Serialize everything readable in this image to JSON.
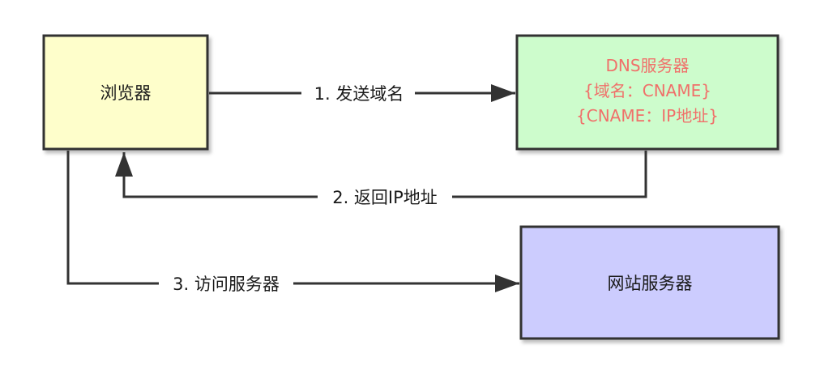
{
  "nodes": {
    "browser": {
      "label": "浏览器",
      "fill": "#fefecb"
    },
    "dns": {
      "title": "DNS服务器",
      "record_1": "{域名：CNAME}",
      "record_2": "{CNAME：IP地址}",
      "fill": "#cdfccc",
      "text_color": "#f0706a"
    },
    "web_server": {
      "label": "网站服务器",
      "fill": "#ccccfe"
    }
  },
  "edges": {
    "step_1": {
      "label": "1. 发送域名"
    },
    "step_2": {
      "label": "2. 返回IP地址"
    },
    "step_3": {
      "label": "3. 访问服务器"
    }
  },
  "colors": {
    "border": "#333333",
    "arrow": "#333333"
  }
}
